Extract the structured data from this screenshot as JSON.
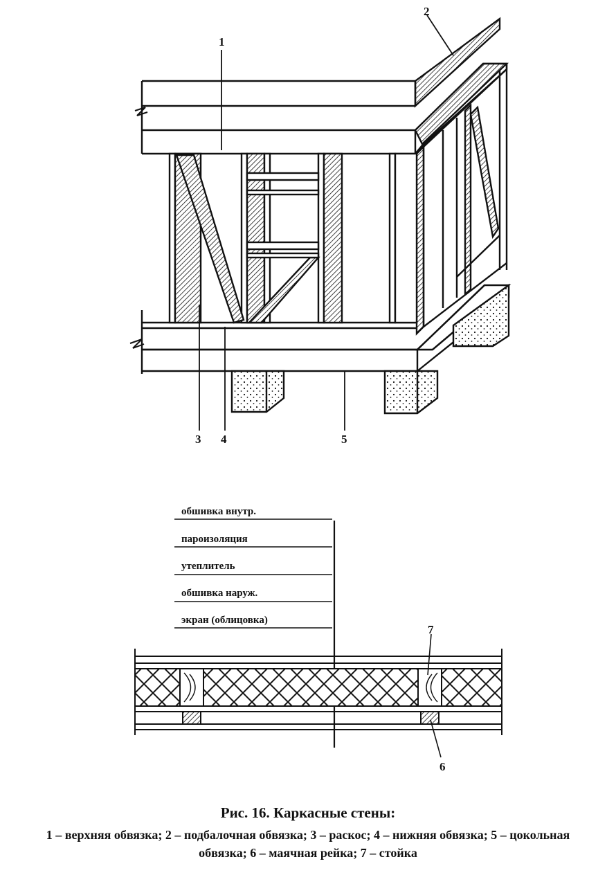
{
  "labels": {
    "n1": "1",
    "n2": "2",
    "n3": "3",
    "n4": "4",
    "n5": "5",
    "n6": "6",
    "n7": "7"
  },
  "layers": [
    "обшивка внутр.",
    "пароизоляция",
    "утеплитель",
    "обшивка наруж.",
    "экран (облицовка)"
  ],
  "caption": {
    "title": "Рис.  16. Каркасные стены:",
    "legend": "1 – верхняя обвязка; 2 – подбалочная обвязка; 3 – раскос; 4 – нижняя обвязка; 5 – цокольная обвязка; 6 – маячная рейка; 7 – стойка"
  }
}
